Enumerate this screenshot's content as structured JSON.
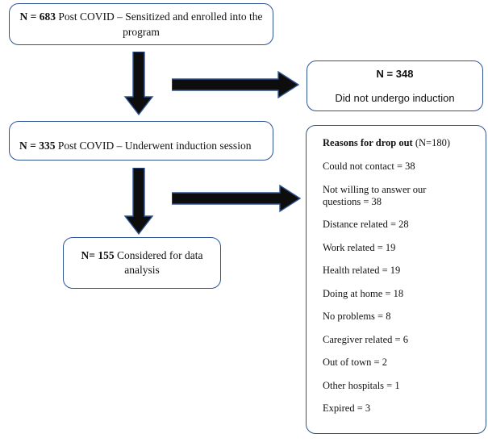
{
  "diagram": {
    "title": "Post COVID rehabilitation program participant flow",
    "accent_border_color": "#2e5494",
    "arrow_fill_color": "#0d0d0d",
    "arrow_outline_color": "#2e5494",
    "text_color": "#121212"
  },
  "boxes": {
    "enrolled": {
      "n_label": "N = 683",
      "text": " Post COVID – Sensitized and enrolled into the",
      "text_line2": "program"
    },
    "induction": {
      "n_label": "N = 335",
      "text": " Post COVID – Underwent induction session"
    },
    "analysis": {
      "n_label": "N= 155",
      "text": " Considered for data",
      "text_line2": "analysis"
    },
    "no_induction": {
      "n_label": "N = 348",
      "text": "Did not undergo induction"
    },
    "reasons": {
      "title_bold": "Reasons for drop out",
      "title_count": " (N=180)",
      "items": [
        "Could not contact = 38",
        "Not willing to answer our questions = 38",
        "Distance related = 28",
        "Work related = 19",
        "Health related = 19",
        "Doing at home = 18",
        "No problems = 8",
        "Caregiver related = 6",
        "Out of town = 2",
        "Other hospitals = 1",
        "Expired = 3"
      ]
    }
  },
  "arrows": [
    {
      "name": "arrow-enrolled-to-induction",
      "icon": "arrow-down-icon",
      "direction": "down"
    },
    {
      "name": "arrow-enrolled-to-no-induction",
      "icon": "arrow-right-icon",
      "direction": "right"
    },
    {
      "name": "arrow-induction-to-analysis",
      "icon": "arrow-down-icon",
      "direction": "down"
    },
    {
      "name": "arrow-induction-to-reasons",
      "icon": "arrow-right-icon",
      "direction": "right"
    }
  ]
}
